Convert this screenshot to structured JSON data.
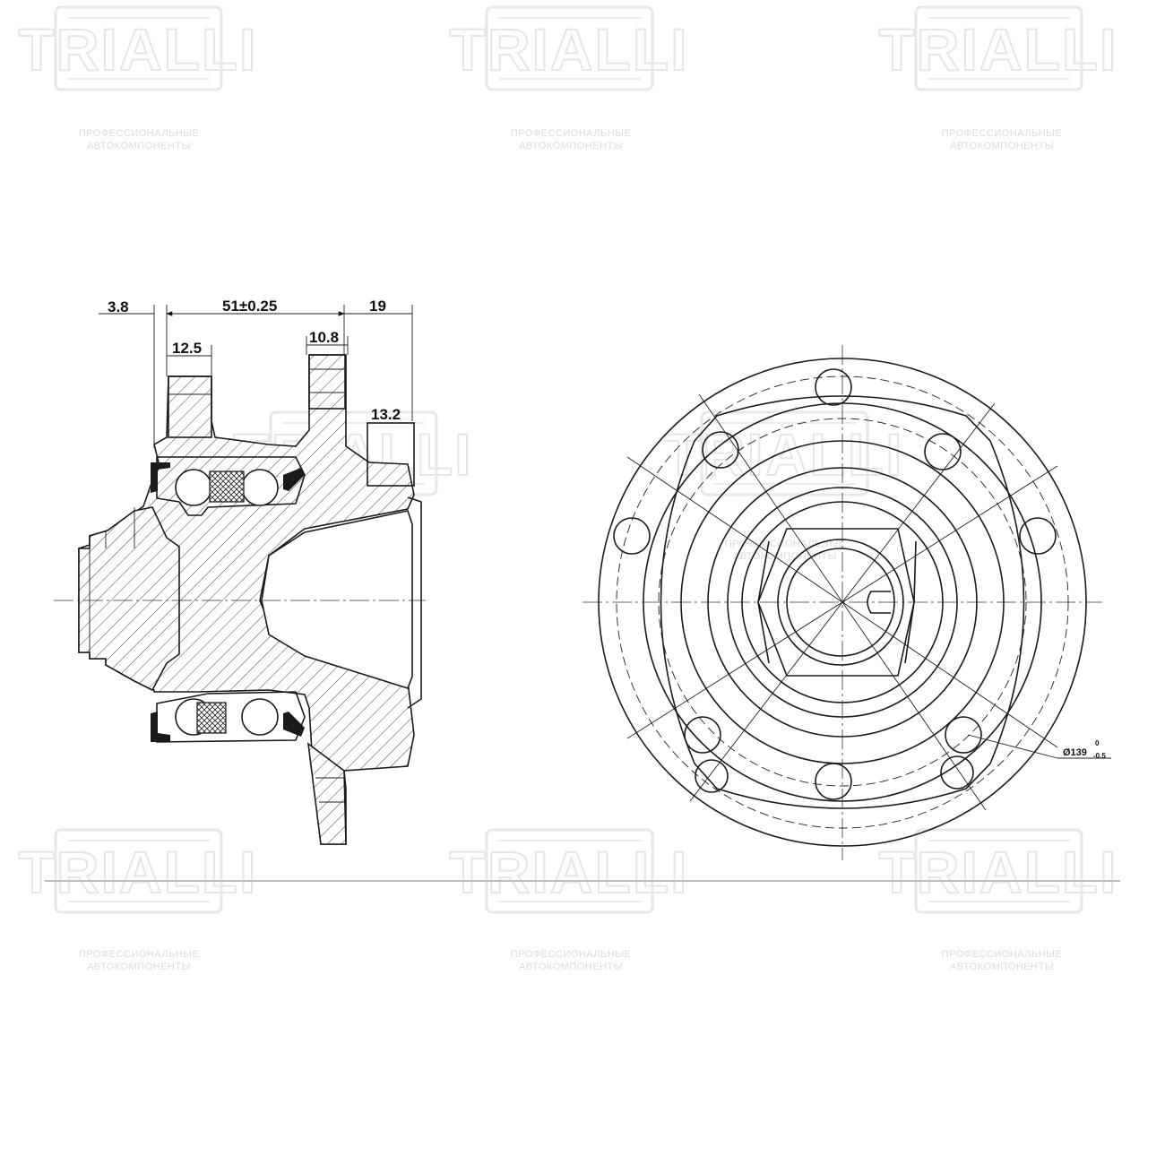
{
  "brand": {
    "logo_text": "TRIALLI",
    "tagline_line1": "ПРОФЕССИОНАЛЬНЫЕ",
    "tagline_line2": "АВТОКОМПОНЕНТЫ"
  },
  "dimensions": {
    "flange_offset": "3.8",
    "overall_length": "51±0.25",
    "pilot_length": "19",
    "inner_ring_width": "12.5",
    "flange_thickness": "10.8",
    "pilot_step": "13.2"
  },
  "front_view": {
    "bolt_circle_prefix": "Ø139",
    "tolerance_upper": "0",
    "tolerance_lower": "-0.5"
  },
  "colors": {
    "line": "#1a1a1a",
    "watermark": "#e6e6e6",
    "background": "#ffffff"
  }
}
